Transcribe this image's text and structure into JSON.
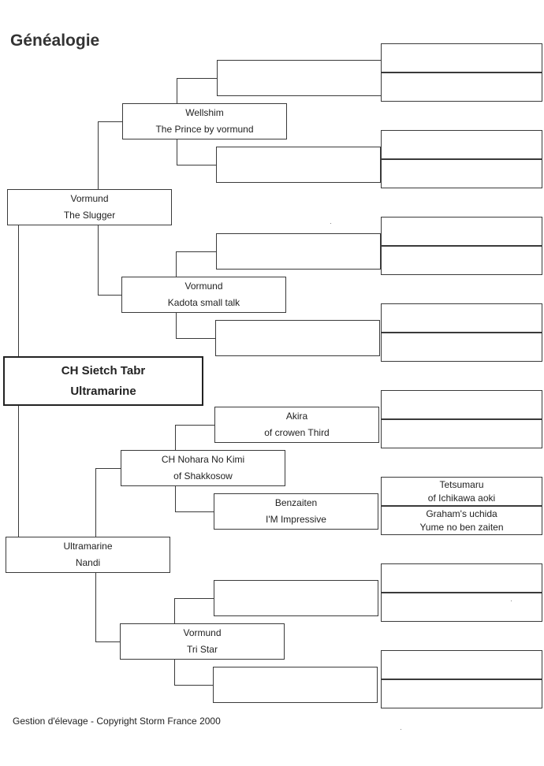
{
  "page": {
    "title": "Généalogie",
    "footer": "Gestion d'élevage  -  Copyright Storm France 2000"
  },
  "subject": {
    "line1": "CH Sietch Tabr",
    "line2": "Ultramarine"
  },
  "parents": {
    "sire": {
      "line1": "Vormund",
      "line2": "The Slugger"
    },
    "dam": {
      "line1": "Ultramarine",
      "line2": "Nandi"
    }
  },
  "grandparents": {
    "sire_sire": {
      "line1": "Wellshim",
      "line2": "The Prince by vormund"
    },
    "sire_dam": {
      "line1": "Vormund",
      "line2": "Kadota small talk"
    },
    "dam_sire": {
      "line1": "CH Nohara No Kimi",
      "line2": "of Shakkosow"
    },
    "dam_dam": {
      "line1": "Vormund",
      "line2": "Tri  Star"
    }
  },
  "great_grandparents": [
    {
      "line1": "",
      "line2": ""
    },
    {
      "line1": "",
      "line2": ""
    },
    {
      "line1": "",
      "line2": ""
    },
    {
      "line1": "",
      "line2": ""
    },
    {
      "line1": "Akira",
      "line2": "of crowen Third"
    },
    {
      "line1": "Benzaiten",
      "line2": "I'M Impressive"
    },
    {
      "line1": "",
      "line2": ""
    },
    {
      "line1": "",
      "line2": ""
    }
  ],
  "great_great_grandparents": [
    {
      "line1": "",
      "line2": ""
    },
    {
      "line1": "",
      "line2": ""
    },
    {
      "line1": "",
      "line2": ""
    },
    {
      "line1": "",
      "line2": ""
    },
    {
      "line1": "",
      "line2": ""
    },
    {
      "line1": "",
      "line2": ""
    },
    {
      "line1": "",
      "line2": ""
    },
    {
      "line1": "",
      "line2": ""
    },
    {
      "line1": "",
      "line2": ""
    },
    {
      "line1": "",
      "line2": ""
    },
    {
      "line1": "Tetsumaru",
      "line2": "of Ichikawa aoki"
    },
    {
      "line1": "Graham's uchida",
      "line2": "Yume no ben zaiten"
    },
    {
      "line1": "",
      "line2": ""
    },
    {
      "line1": "",
      "line2": ""
    },
    {
      "line1": "",
      "line2": ""
    },
    {
      "line1": "",
      "line2": ""
    }
  ]
}
